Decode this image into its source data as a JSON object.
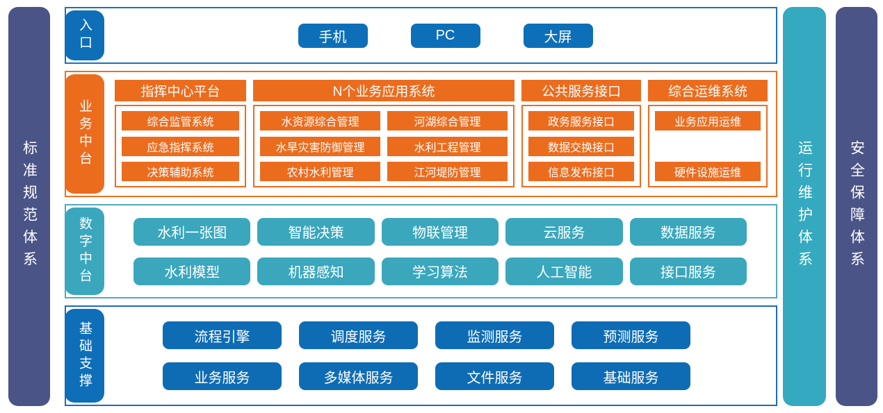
{
  "colors": {
    "navy": "#4b5487",
    "teal": "#3aa7bd",
    "blue": "#0e6fb8",
    "orange": "#ec6c1e"
  },
  "sidebars": {
    "left": {
      "label": "标准规范体系"
    },
    "ops": {
      "label": "运行维护体系"
    },
    "security": {
      "label": "安全保障体系"
    }
  },
  "entry": {
    "tab": "入口",
    "buttons": [
      "手机",
      "PC",
      "大屏"
    ]
  },
  "business": {
    "tab": "业务中台",
    "sections": [
      {
        "title": "指挥中心平台",
        "items": [
          "综合监管系统",
          "应急指挥系统",
          "决策辅助系统"
        ]
      },
      {
        "title": "N个业务应用系统",
        "items": [
          "水资源综合管理",
          "河湖综合管理",
          "水旱灾害防御管理",
          "水利工程管理",
          "农村水利管理",
          "江河堤防管理"
        ]
      },
      {
        "title": "公共服务接口",
        "items": [
          "政务服务接口",
          "数据交换接口",
          "信息发布接口"
        ]
      },
      {
        "title": "综合运维系统",
        "items": [
          "业务应用运维",
          "硬件设施运维"
        ]
      }
    ]
  },
  "digital": {
    "tab": "数字中台",
    "rows": [
      [
        "水利一张图",
        "智能决策",
        "物联管理",
        "云服务",
        "数据服务"
      ],
      [
        "水利模型",
        "机器感知",
        "学习算法",
        "人工智能",
        "接口服务"
      ]
    ]
  },
  "foundation": {
    "tab": "基础支撑",
    "rows": [
      [
        "流程引擎",
        "调度服务",
        "监测服务",
        "预测服务"
      ],
      [
        "业务服务",
        "多媒体服务",
        "文件服务",
        "基础服务"
      ]
    ]
  }
}
